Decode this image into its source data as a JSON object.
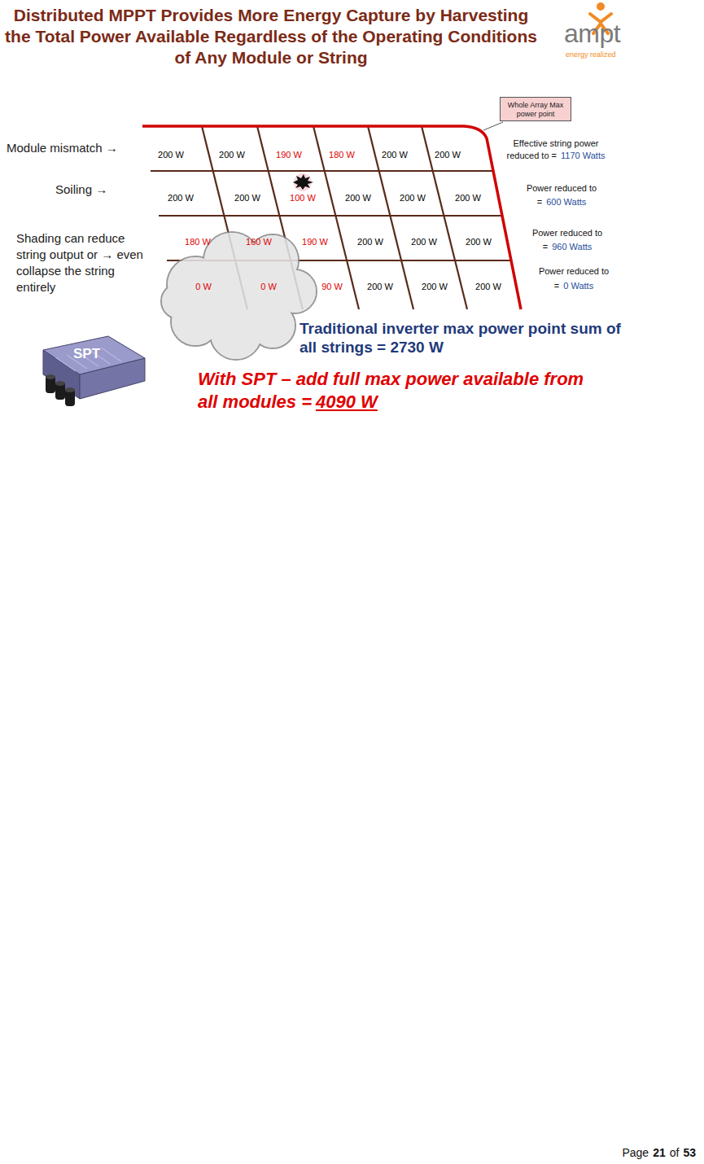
{
  "diagram": {
    "title": "Distributed MPPT Provides More Energy Capture by Harvesting the Total Power Available Regardless of the Operating Conditions of Any Module or String",
    "nodes": [
      {
        "text": [
          "Whole Array Max power point"
        ]
      },
      {
        "text": [
          "SPT"
        ]
      }
    ],
    "labels": [
      "ampt",
      "energy realized",
      "Module mismatch →",
      "Soiling →",
      "Shading can reduce string output or → even collapse the string entirely",
      "200 W",
      "200 W",
      "190 W",
      "180 W",
      "200 W",
      "200 W",
      "200 W",
      "200 W",
      "100 W",
      "200 W",
      "200 W",
      "200 W",
      "180 W",
      "160 W",
      "190 W",
      "200 W",
      "200 W",
      "200 W",
      "0 W",
      "0 W",
      "90 W",
      "200 W",
      "200 W",
      "200 W",
      "Effective string power",
      "reduced to =",
      "1170 Watts",
      "Power reduced to",
      "=",
      "600 Watts",
      "Power reduced to",
      "=",
      "960 Watts",
      "Power reduced to",
      "=",
      "0 Watts",
      "Traditional inverter max power point sum of all strings = 2730 W",
      "With SPT – add full max power available from all modules =",
      "4090 W",
      "Page",
      "21",
      "of",
      "53"
    ]
  }
}
